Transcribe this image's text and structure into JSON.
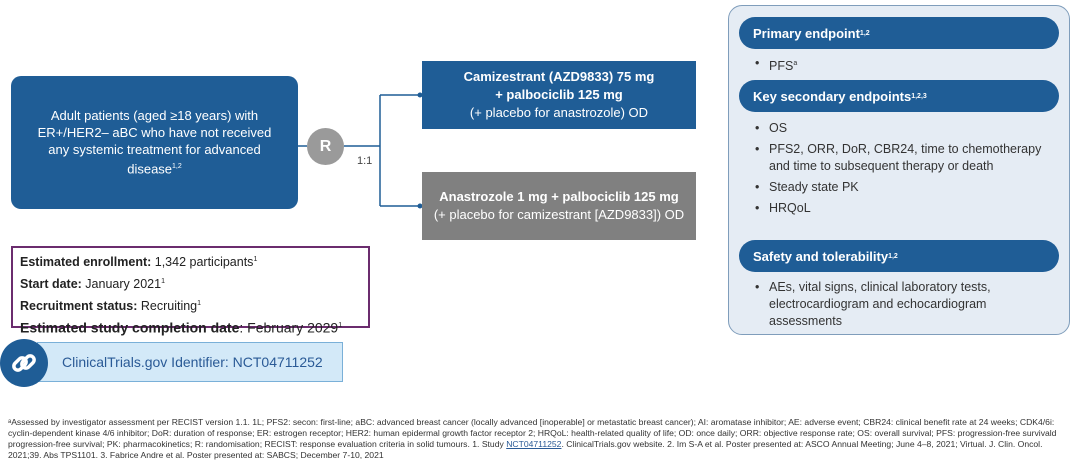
{
  "patients": {
    "text": "Adult patients (aged ≥18 years) with ER+/HER2– aBC who have not received any systemic treatment for advanced disease",
    "refs": "1,2"
  },
  "randomisation": {
    "symbol": "R",
    "ratio": "1:1"
  },
  "arms": [
    {
      "line1": "Camizestrant (AZD9833) 75 mg",
      "line2": "+ palbociclib 125 mg",
      "line3": "(+ placebo for anastrozole) OD"
    },
    {
      "bold": "Anastrozole 1 mg + palbociclib 125 mg",
      "rest": " (+ placebo for camizestrant [AZD9833]) OD"
    }
  ],
  "study_info": {
    "enrollment_label": "Estimated enrollment:",
    "enrollment_value": " 1,342 participants",
    "enrollment_ref": "1",
    "start_label": "Start date:",
    "start_value": " January 2021",
    "start_ref": "1",
    "recruitment_label": "Recruitment status:",
    "recruitment_value": " Recruiting",
    "recruitment_ref": "1",
    "completion_label": "Estimated study completion date",
    "completion_value": ": February 2029",
    "completion_ref": "1"
  },
  "clinicaltrials": {
    "label": "ClinicalTrials.gov Identifier: NCT04711252",
    "icon": "link-icon"
  },
  "endpoints": {
    "primary": {
      "title": "Primary endpoint",
      "refs": "1,2",
      "items": [
        "PFS"
      ],
      "item_sup": "a"
    },
    "secondary": {
      "title": "Key secondary endpoints",
      "refs": "1,2,3",
      "items": [
        "OS",
        "PFS2, ORR, DoR, CBR24, time to chemotherapy and time to subsequent therapy or death",
        "Steady state PK",
        "HRQoL"
      ]
    },
    "safety": {
      "title": "Safety and tolerability",
      "refs": "1,2",
      "items": [
        "AEs, vital signs, clinical laboratory tests, electrocardiogram and echocardiogram assessments"
      ]
    }
  },
  "footnote": {
    "text1": "ᵃAssessed by investigator assessment per RECIST version 1.1. 1L; PFS2: secon: first-line; aBC: advanced breast cancer (locally advanced [inoperable] or metastatic breast cancer); AI: aromatase inhibitor; AE: adverse event; CBR24: clinical benefit rate at 24 weeks; CDK4/6i: cyclin-dependent kinase 4/6 inhibitor; DoR: duration of response; ER: estrogen receptor; HER2: human epidermal growth factor receptor 2; HRQoL: health-related quality of life; OD: once daily; ORR: objective response rate; OS: overall survival; PFS: progression-free survivald progression-free survival; PK: pharmacokinetics; R: randomisation; RECIST: response evaluation criteria in solid tumours. 1. Study ",
    "link": "NCT04711252",
    "text2": ". ClinicalTrials.gov website. 2. Im S-A et al. Poster presented at: ASCO Annual Meeting; June 4–8, 2021; Virtual. J. Clin. Oncol. 2021;39. Abs TPS1101. 3. Fabrice Andre et al. Poster presented at: SABCS; December 7-10, 2021"
  }
}
